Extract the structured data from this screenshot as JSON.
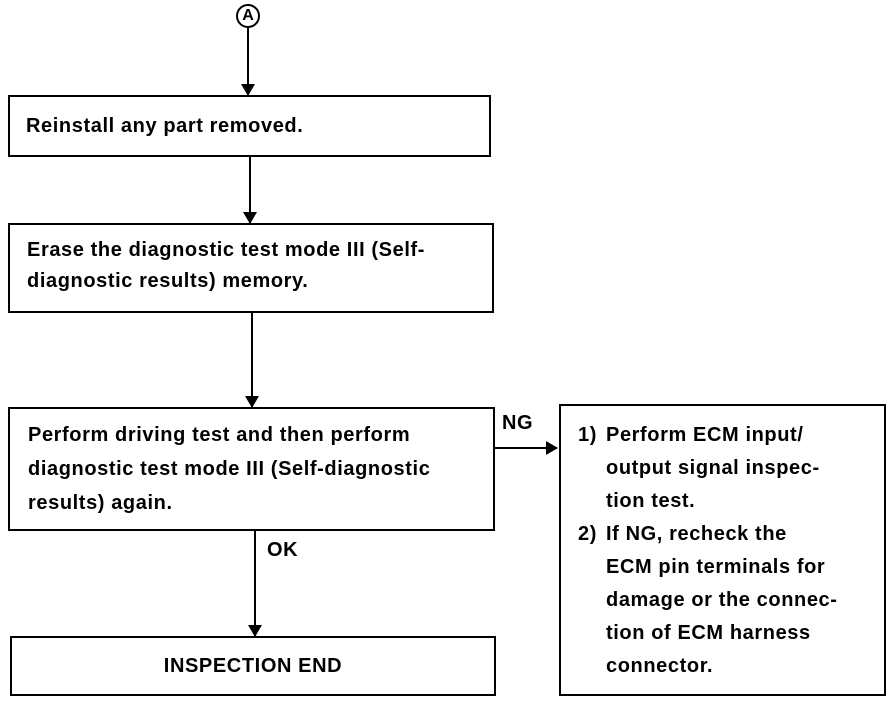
{
  "connector": "A",
  "steps": [
    {
      "lines": [
        "Reinstall any part removed."
      ]
    },
    {
      "lines": [
        "Erase the diagnostic test mode III (Self-",
        "diagnostic results) memory."
      ]
    },
    {
      "lines": [
        "Perform driving test and then perform",
        "diagnostic test mode III (Self-diagnostic",
        "results) again."
      ]
    },
    {
      "lines": [
        "INSPECTION END"
      ]
    }
  ],
  "branches": {
    "ng": "NG",
    "ok": "OK"
  },
  "ng_action": {
    "item1": {
      "num": "1)",
      "lines": [
        "Perform ECM input/",
        "output signal inspec-",
        "tion test."
      ]
    },
    "item2": {
      "num": "2)",
      "lines": [
        "If NG, recheck the",
        "ECM pin terminals for",
        "damage or the connec-",
        "tion of ECM harness",
        "connector."
      ]
    }
  }
}
